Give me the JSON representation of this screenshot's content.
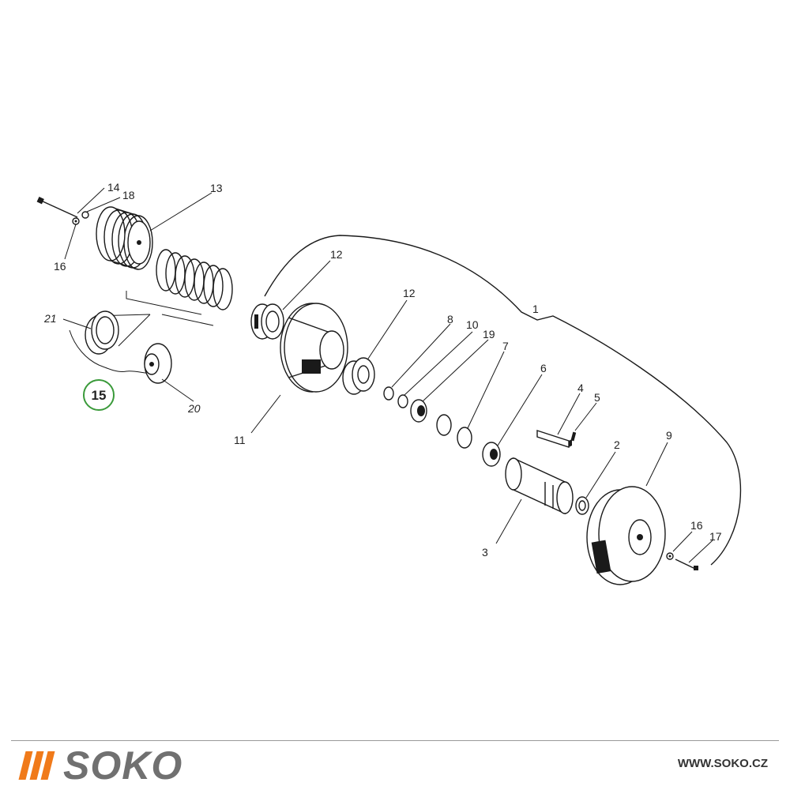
{
  "diagram": {
    "part_labels": {
      "p1": "1",
      "p2": "2",
      "p3": "3",
      "p4": "4",
      "p5": "5",
      "p6": "6",
      "p7": "7",
      "p8": "8",
      "p9": "9",
      "p10": "10",
      "p11": "11",
      "p12a": "12",
      "p12b": "12",
      "p13": "13",
      "p14": "14",
      "p16a": "16",
      "p16b": "16",
      "p17": "17",
      "p18": "18",
      "p19": "19",
      "p20": "20",
      "p21": "21"
    },
    "callout": "15",
    "colors": {
      "ink": "#1a1a1a",
      "callout_ring": "#3a9a3a"
    }
  },
  "footer": {
    "logo_text": "SOKO",
    "website": "WWW.SOKO.CZ",
    "colors": {
      "logo_bars": "#f07a1a",
      "logo_text": "#707070"
    }
  }
}
